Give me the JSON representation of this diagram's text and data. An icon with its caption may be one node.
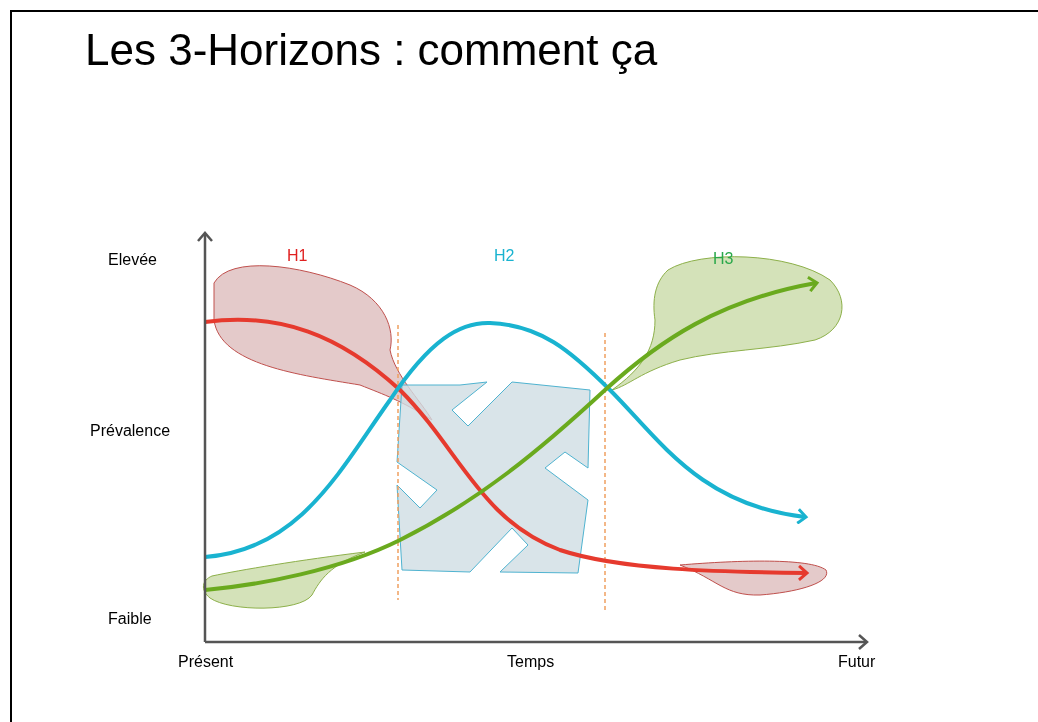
{
  "diagram": {
    "title": "Les 3-Horizons : comment ça",
    "labels": [
      "Elevée",
      "H1",
      "H2",
      "H3",
      "Prévalence",
      "Faible",
      "Présent",
      "Temps",
      "Futur"
    ]
  }
}
